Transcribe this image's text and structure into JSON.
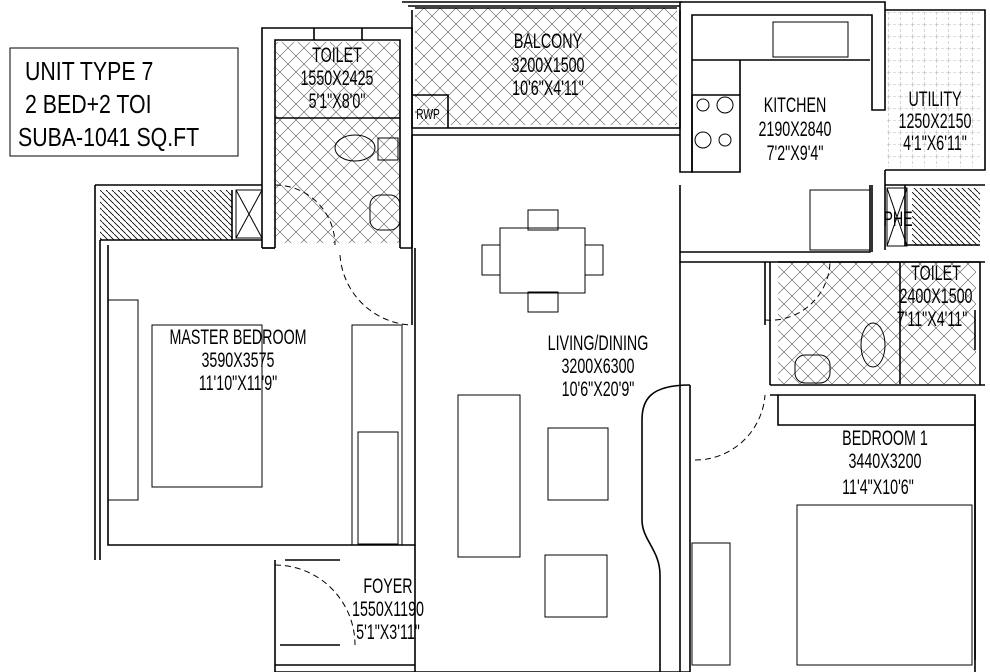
{
  "title_block": {
    "line1": "UNIT TYPE 7",
    "line2": "2 BED+2 TOI",
    "line3": "SUBA-1041 SQ.FT"
  },
  "rooms": {
    "toilet_master": {
      "name": "TOILET",
      "mm": "1550X2425",
      "ft": "5'1\"X8'0\""
    },
    "balcony": {
      "name": "BALCONY",
      "mm": "3200X1500",
      "ft": "10'6\"X4'11\""
    },
    "kitchen": {
      "name": "KITCHEN",
      "mm": "2190X2840",
      "ft": "7'2\"X9'4\""
    },
    "utility": {
      "name": "UTILITY",
      "mm": "1250X2150",
      "ft": "4'1\"X6'11\""
    },
    "toilet_2": {
      "name": "TOILET",
      "mm": "2400X1500",
      "ft": "7'11\"X4'11\""
    },
    "master_bedroom": {
      "name": "MASTER BEDROOM",
      "mm": "3590X3575",
      "ft": "11'10\"X11'9\""
    },
    "living_dining": {
      "name": "LIVING/DINING",
      "mm": "3200X6300",
      "ft": "10'6\"X20'9\""
    },
    "bedroom_1": {
      "name": "BEDROOM 1",
      "mm": "3440X3200",
      "ft": "11'4\"X10'6\""
    },
    "foyer": {
      "name": "FOYER",
      "mm": "1550X1190",
      "ft": "5'1\"X3'11\""
    }
  },
  "tags": {
    "rwp": "RWP",
    "phe": "PHE"
  }
}
